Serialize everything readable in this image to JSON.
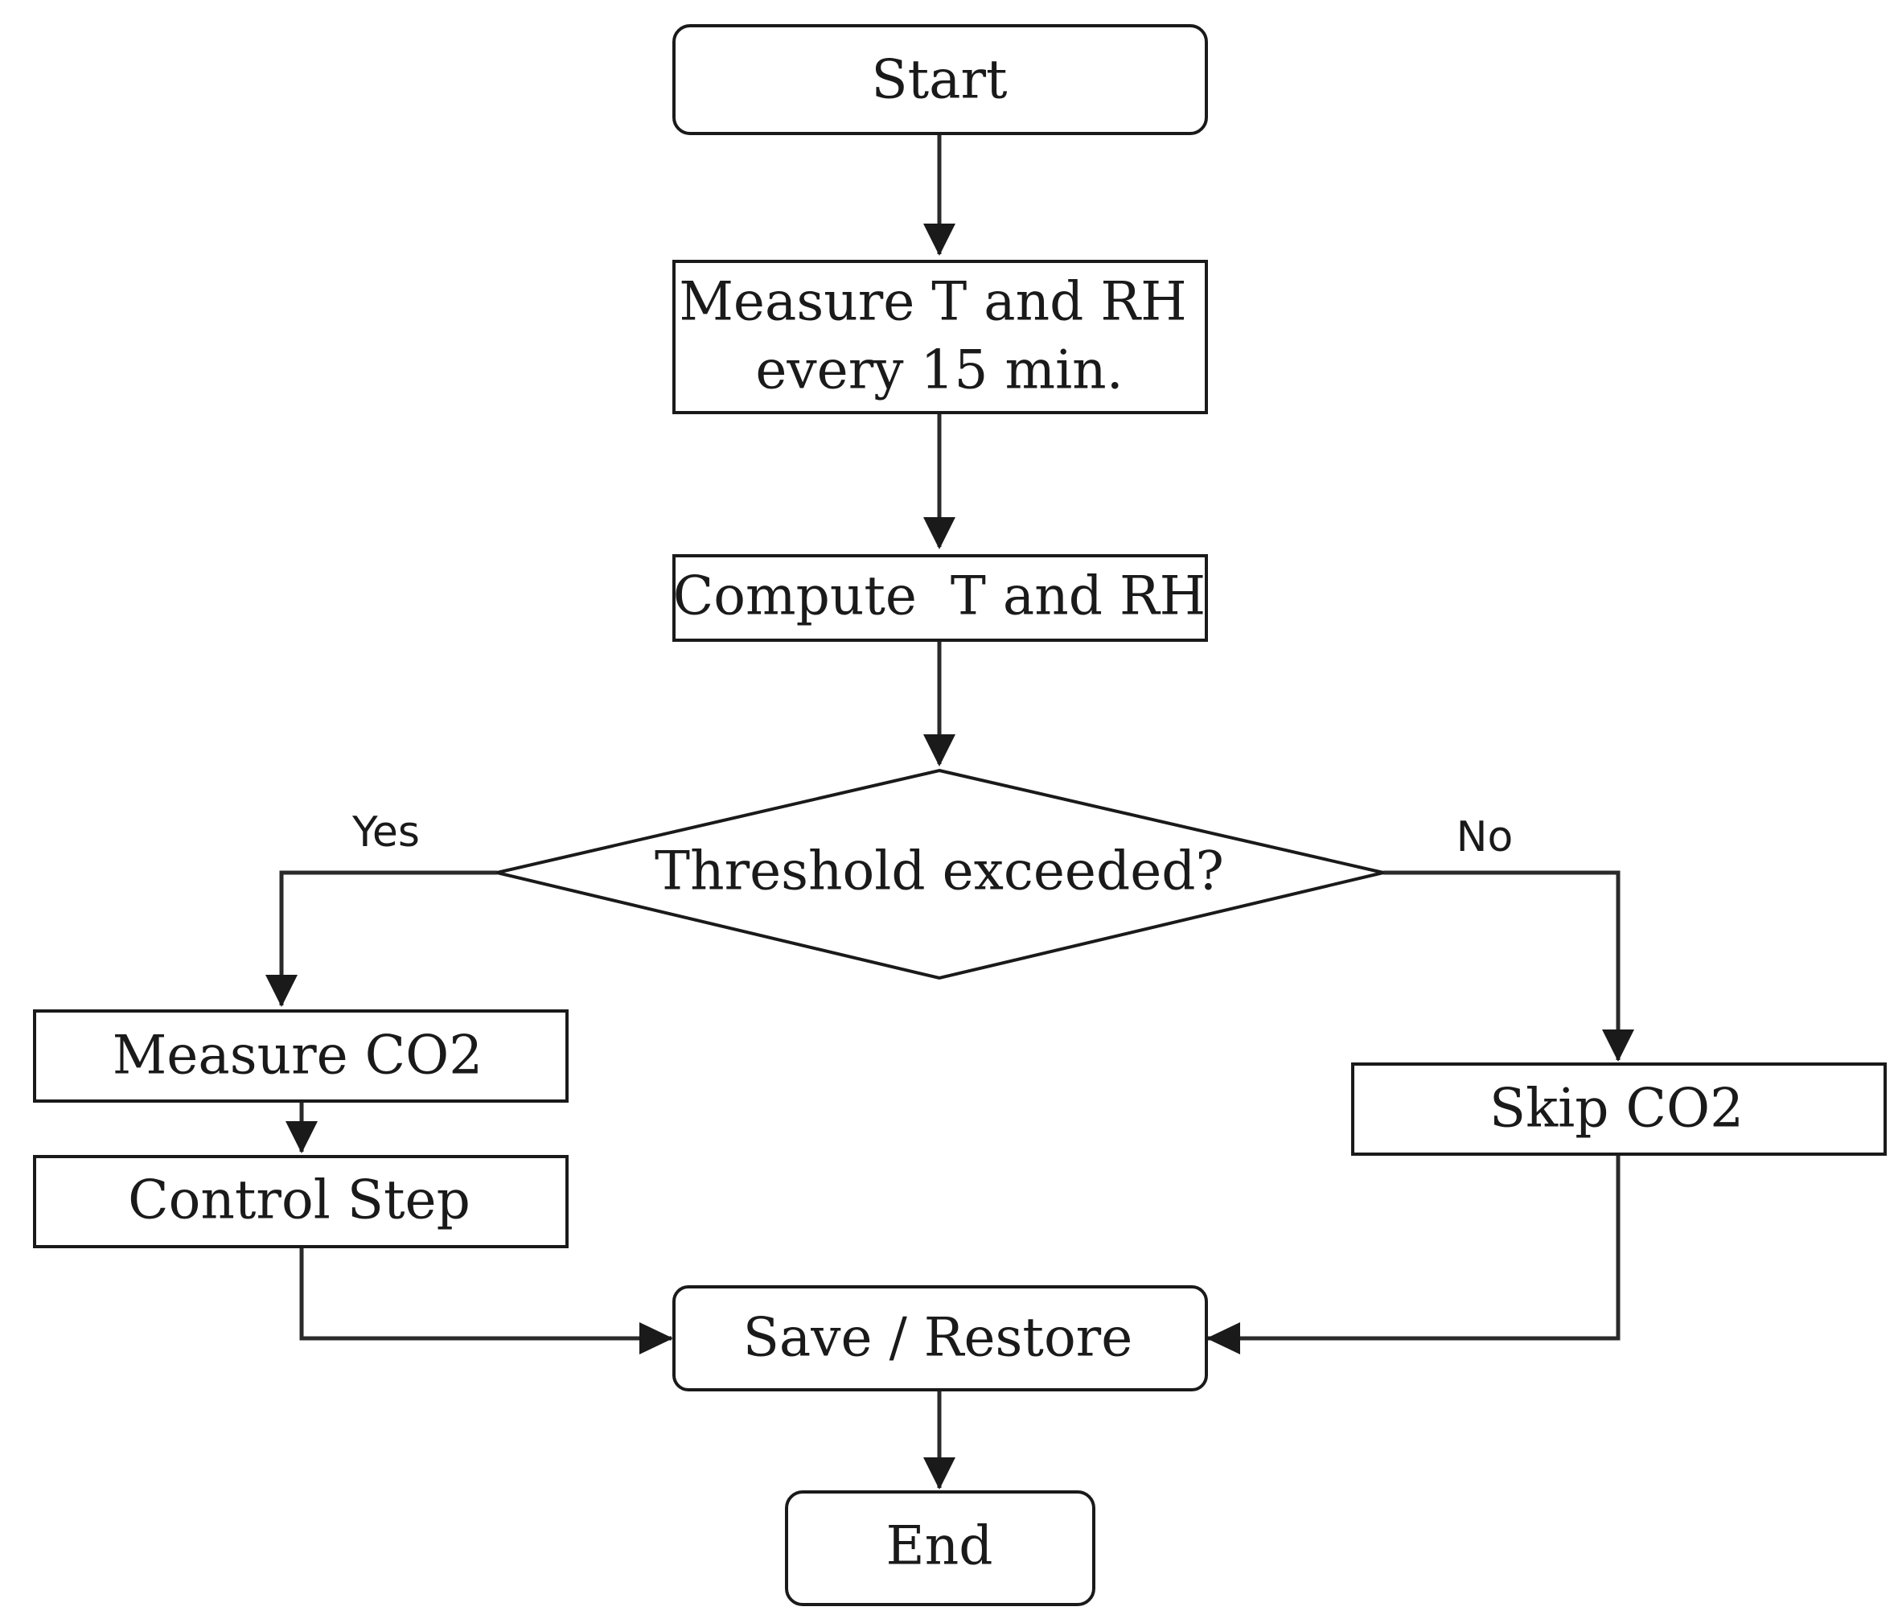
{
  "diagram": {
    "nodes": {
      "start": {
        "shape": "rounded-rect",
        "lines": [
          "Start"
        ]
      },
      "measure_t_rh": {
        "shape": "rect",
        "lines": [
          "Measure T and RH",
          "every 15 min."
        ]
      },
      "compute_t_rh": {
        "shape": "rect",
        "lines": [
          "Compute  T and RH"
        ]
      },
      "threshold": {
        "shape": "diamond",
        "lines": [
          "Threshold exceeded?"
        ]
      },
      "measure_co2": {
        "shape": "rect",
        "lines": [
          "Measure CO2"
        ]
      },
      "control_step": {
        "shape": "rect",
        "lines": [
          "Control Step"
        ]
      },
      "skip_co2": {
        "shape": "rect",
        "lines": [
          "Skip CO2"
        ]
      },
      "save_restore": {
        "shape": "rounded-rect",
        "lines": [
          "Save / Restore"
        ]
      },
      "end": {
        "shape": "rounded-rect",
        "lines": [
          "End"
        ]
      }
    },
    "edges": {
      "start_to_measure": {
        "from": "start",
        "to": "measure_t_rh",
        "label": ""
      },
      "measure_to_compute": {
        "from": "measure_t_rh",
        "to": "compute_t_rh",
        "label": ""
      },
      "compute_to_threshold": {
        "from": "compute_t_rh",
        "to": "threshold",
        "label": ""
      },
      "threshold_yes": {
        "from": "threshold",
        "to": "measure_co2",
        "label": "Yes"
      },
      "threshold_no": {
        "from": "threshold",
        "to": "skip_co2",
        "label": "No"
      },
      "measure_co2_to_control": {
        "from": "measure_co2",
        "to": "control_step",
        "label": ""
      },
      "control_to_save": {
        "from": "control_step",
        "to": "save_restore",
        "label": ""
      },
      "skip_to_save": {
        "from": "skip_co2",
        "to": "save_restore",
        "label": ""
      },
      "save_to_end": {
        "from": "save_restore",
        "to": "end",
        "label": ""
      }
    }
  }
}
